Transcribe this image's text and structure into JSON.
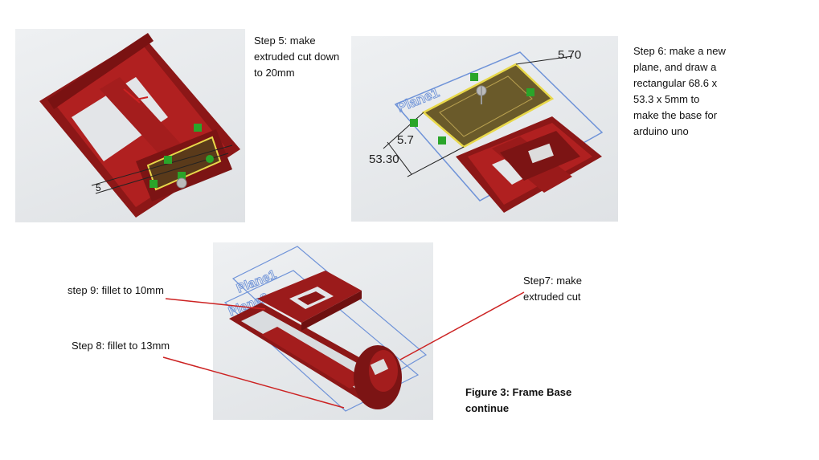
{
  "captions": {
    "step5": "Step 5: make\nextruded cut down\nto 20mm",
    "step6": "Step 6: make a new\nplane, and draw a\nrectangular 68.6 x\n53.3 x 5mm to\nmake the base for\narduino uno",
    "step9": "step 9: fillet to 10mm",
    "step8": "Step 8: fillet to 13mm",
    "step7": "Step7: make\nextruded cut",
    "figure": "Figure 3: Frame Base\ncontinue"
  },
  "cad": {
    "panel1": {
      "dim_small": "5"
    },
    "panel2": {
      "plane_label": "Plane1",
      "dim_top": "5.70",
      "dim_side": "5.7",
      "dim_length": "53.30"
    },
    "panel3": {
      "plane1_label": "Plane1",
      "plane2_label": "Plane2"
    }
  },
  "colors": {
    "model": "#9b1b1b",
    "model_dark": "#6e1010",
    "plane": "#6f93d8",
    "sketch": "#e8d84a",
    "arrow": "#cc2222",
    "handle": "#2aa52a"
  }
}
